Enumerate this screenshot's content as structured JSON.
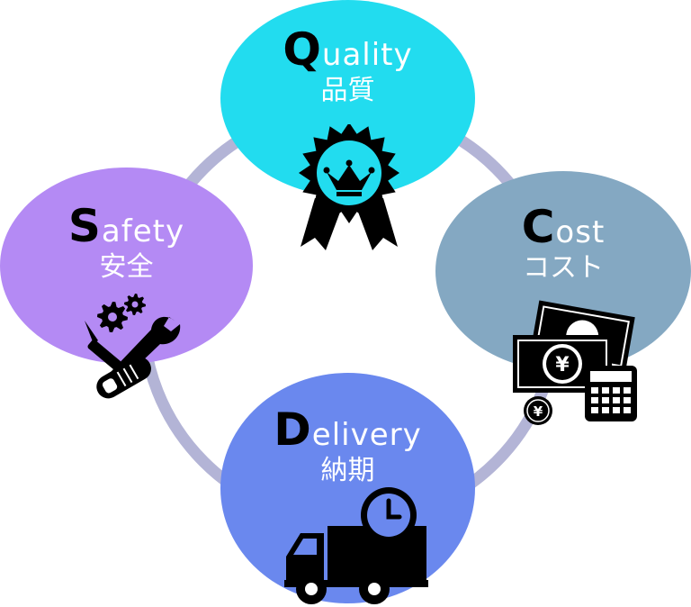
{
  "nodes": {
    "quality": {
      "initial": "Q",
      "rest": "uality",
      "japanese": "品質",
      "color": "#22dcef",
      "icon": "award-ribbon-crown-icon"
    },
    "cost": {
      "initial": "C",
      "rest": "ost",
      "japanese": "コスト",
      "color": "#84a8c2",
      "icon": "yen-banknotes-calculator-icon"
    },
    "delivery": {
      "initial": "D",
      "rest": "elivery",
      "japanese": "納期",
      "color": "#6a88ee",
      "icon": "delivery-truck-clock-icon"
    },
    "safety": {
      "initial": "S",
      "rest": "afety",
      "japanese": "安全",
      "color": "#b48af4",
      "icon": "gears-screwdriver-wrench-icon"
    }
  },
  "ring_color": "#b3b4d6",
  "currency_symbol": "¥"
}
